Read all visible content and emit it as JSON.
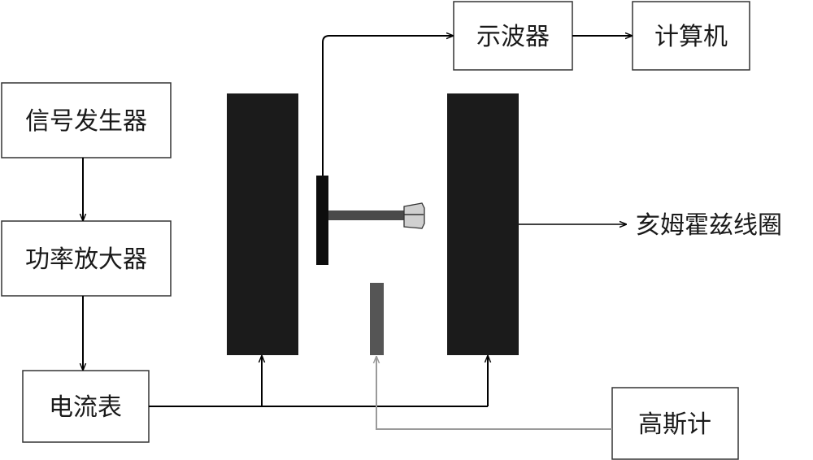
{
  "boxes": {
    "signal_generator": "信号发生器",
    "power_amplifier": "功率放大器",
    "ammeter": "电流表",
    "oscilloscope": "示波器",
    "computer": "计算机",
    "gaussmeter": "高斯计"
  },
  "labels": {
    "helmholtz_coil": "亥姆霍兹线圈"
  },
  "colors": {
    "coil": "#1b1b1b",
    "line": "#000000",
    "gauss_line": "#9a9a9a",
    "probe": "#555555",
    "box_border": "#333333"
  }
}
